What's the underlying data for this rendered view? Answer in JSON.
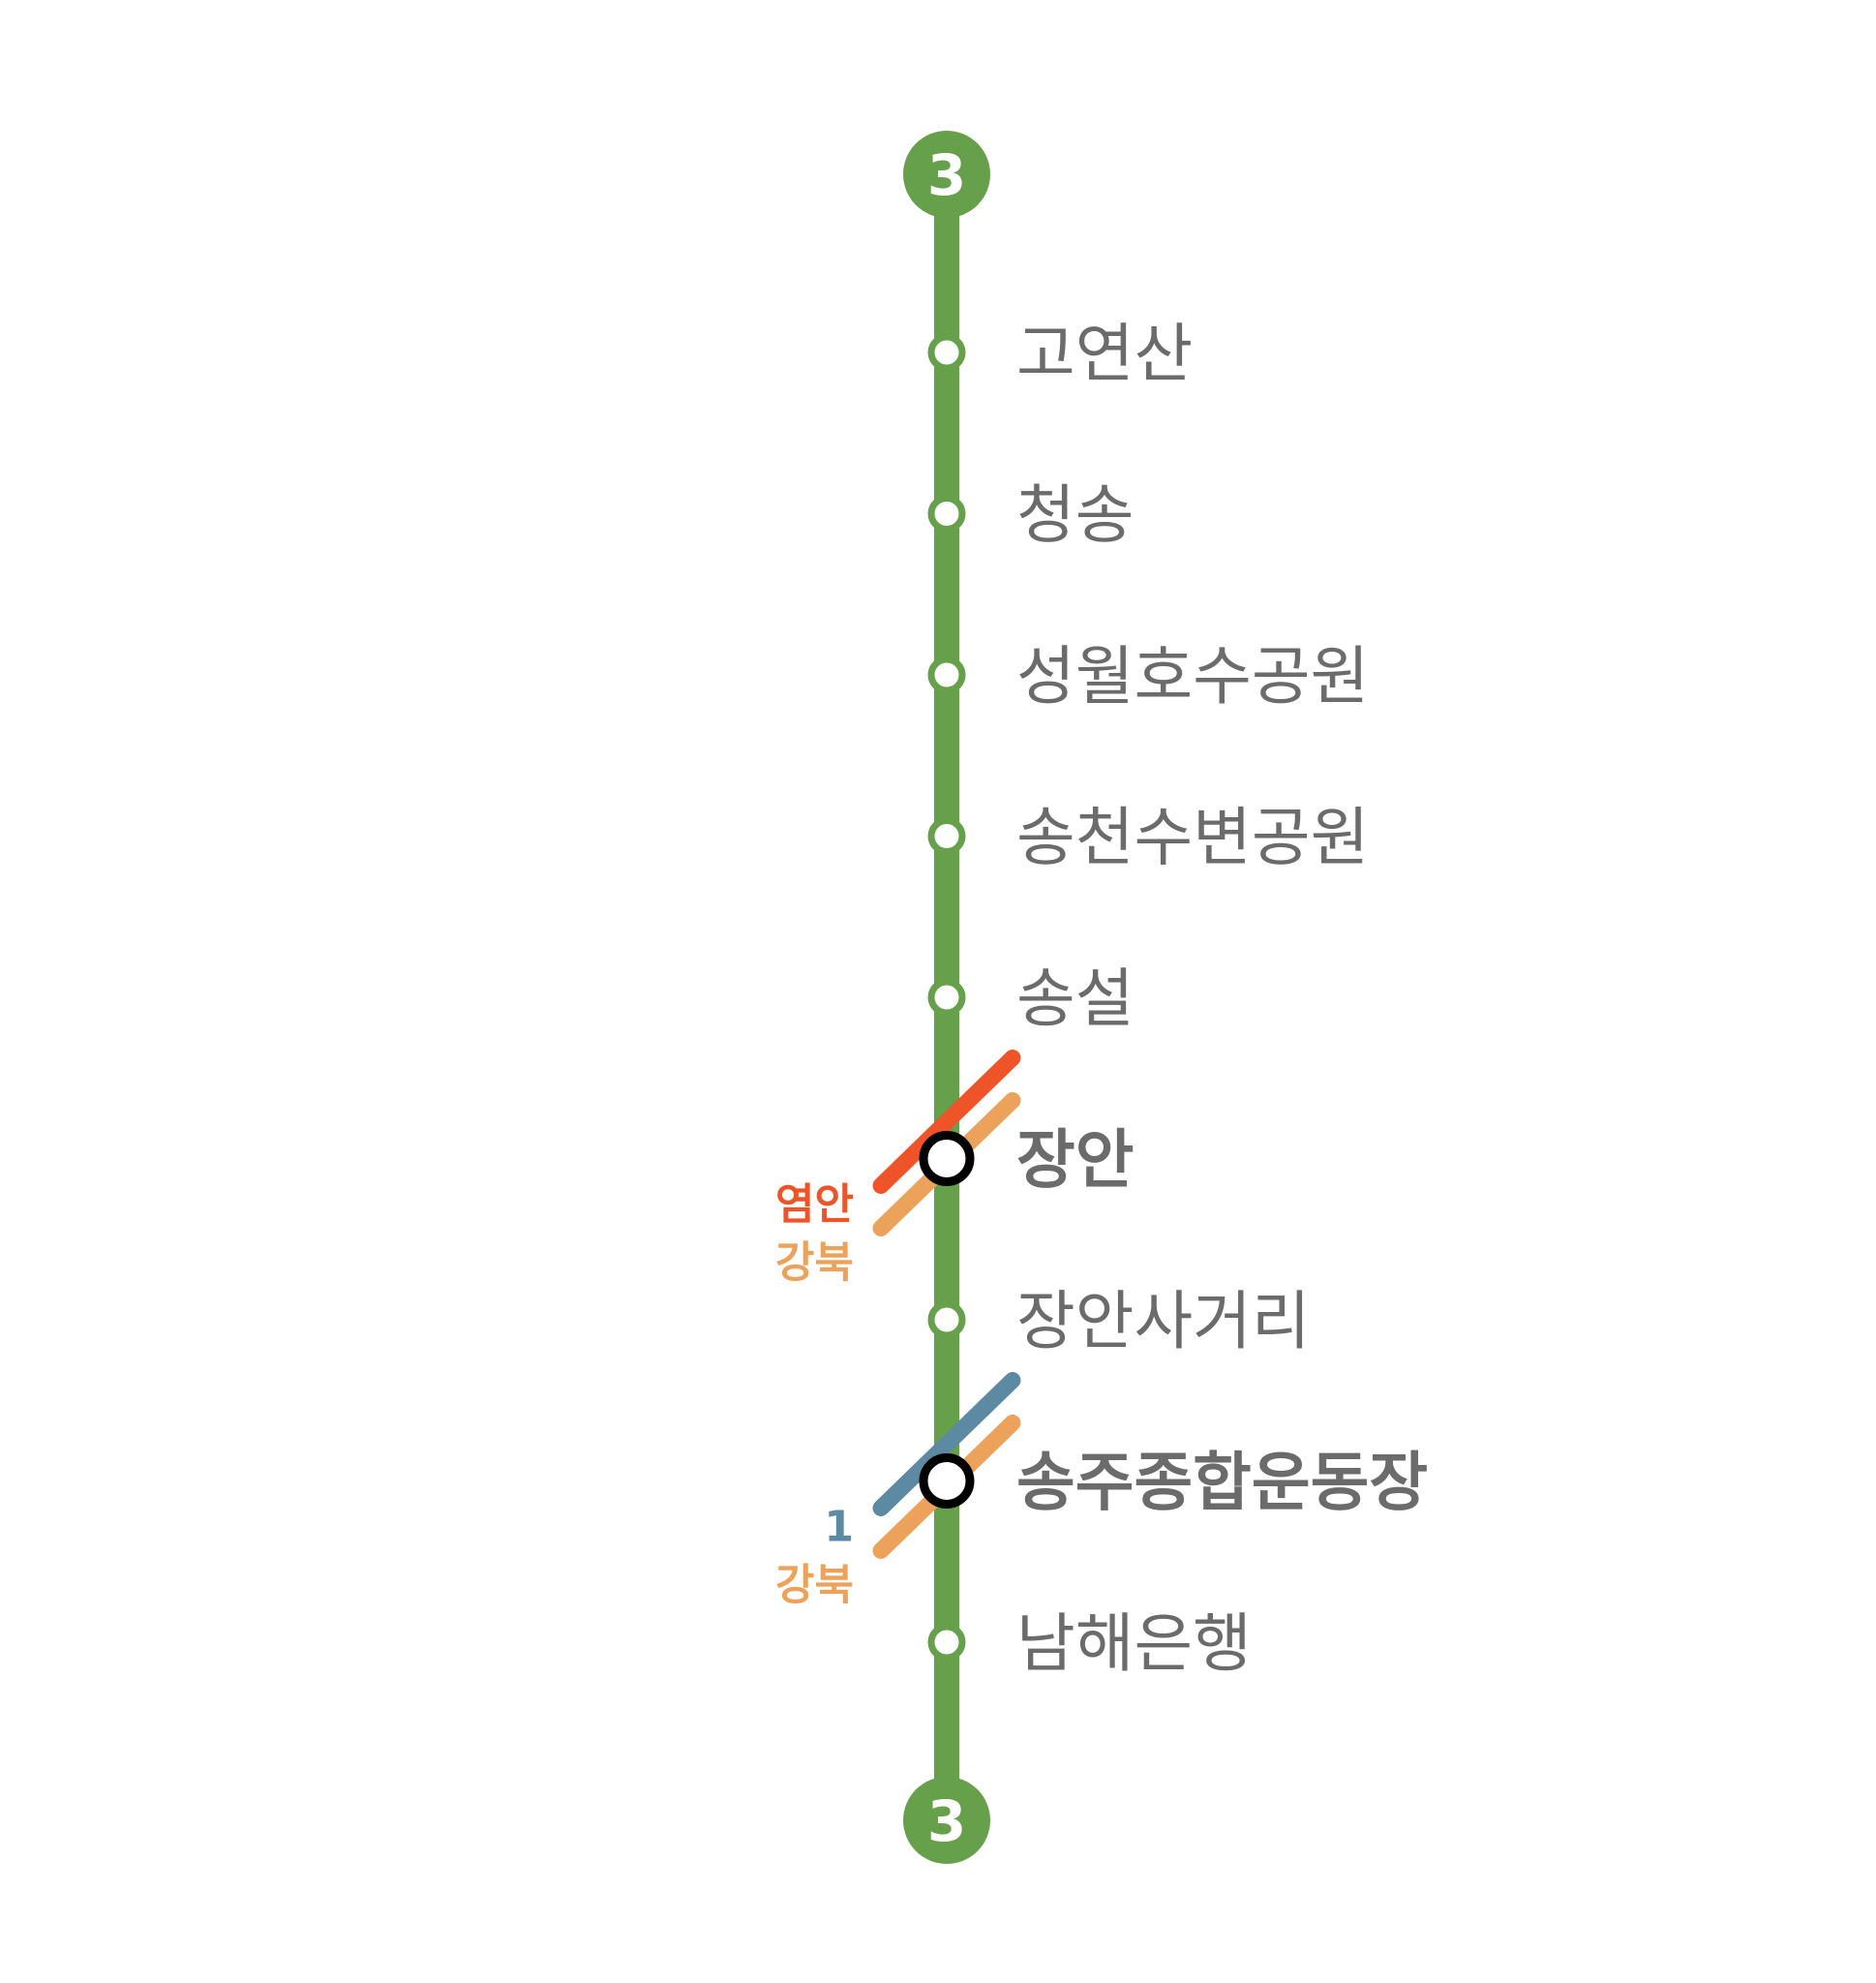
{
  "line": {
    "number": "3",
    "color": "#67a04a",
    "text_color": "#ffffff"
  },
  "label_color": "#6b6b6b",
  "stations": [
    {
      "name": "고연산",
      "transfer": false
    },
    {
      "name": "청송",
      "transfer": false
    },
    {
      "name": "성월호수공원",
      "transfer": false
    },
    {
      "name": "송천수변공원",
      "transfer": false
    },
    {
      "name": "송설",
      "transfer": false
    },
    {
      "name": "장안",
      "transfer": true,
      "connections": [
        {
          "name": "염안",
          "color": "#ef5429"
        },
        {
          "name": "강북",
          "color": "#eda25c"
        }
      ]
    },
    {
      "name": "장안사거리",
      "transfer": false
    },
    {
      "name": "송주종합운동장",
      "transfer": true,
      "connections": [
        {
          "name": "1",
          "color": "#5b8aa2"
        },
        {
          "name": "강북",
          "color": "#eda25c"
        }
      ]
    },
    {
      "name": "남해은행",
      "transfer": false
    }
  ]
}
